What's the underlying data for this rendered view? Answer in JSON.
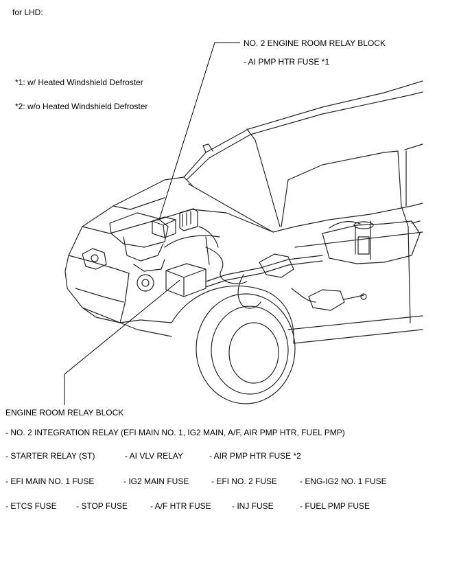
{
  "header": {
    "variant_label": "for LHD:"
  },
  "footnotes": [
    "*1: w/ Heated Windshield Defroster",
    "*2: w/o Heated Windshield Defroster"
  ],
  "callouts": {
    "no2_relay_block": {
      "title": "NO. 2 ENGINE ROOM RELAY BLOCK",
      "items": [
        "- AI PMP HTR FUSE *1"
      ]
    },
    "engine_room_relay_block": {
      "title": "ENGINE ROOM RELAY BLOCK",
      "rows": [
        [
          "- NO. 2 INTEGRATION RELAY (EFI MAIN NO. 1, IG2 MAIN, A/F, AIR PMP HTR, FUEL PMP)"
        ],
        [
          "- STARTER RELAY (ST)",
          "- AI VLV RELAY",
          "- AIR PMP HTR FUSE *2"
        ],
        [
          "- EFI MAIN NO. 1 FUSE",
          "- IG2 MAIN FUSE",
          "- EFI NO. 2 FUSE",
          "- ENG-IG2 NO. 1 FUSE"
        ],
        [
          "- ETCS FUSE",
          "- STOP FUSE",
          "- A/F HTR FUSE",
          "- INJ FUSE",
          "- FUEL PMP FUSE"
        ]
      ]
    }
  }
}
